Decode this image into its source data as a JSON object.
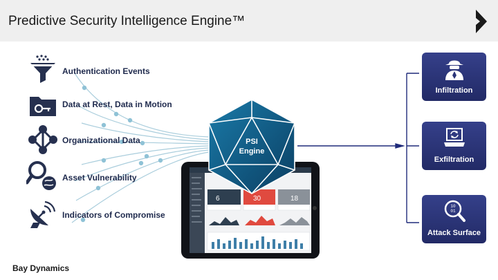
{
  "header": {
    "title": "Predictive Security Intelligence Engine™"
  },
  "inputs": [
    {
      "label": "Authentication Events",
      "icon": "funnel-icon"
    },
    {
      "label": "Data at Rest, Data in Motion",
      "icon": "folder-key-icon"
    },
    {
      "label": "Organizational Data",
      "icon": "network-nodes-icon"
    },
    {
      "label": "Asset Vulnerability",
      "icon": "magnifier-globe-icon"
    },
    {
      "label": "Indicators of Compromise",
      "icon": "satellite-dish-icon"
    }
  ],
  "engine": {
    "line1": "PSI",
    "line2": "Engine"
  },
  "outputs": [
    {
      "label": "Infiltration",
      "icon": "spy-icon"
    },
    {
      "label": "Exfiltration",
      "icon": "laptop-sync-icon"
    },
    {
      "label": "Attack Surface",
      "icon": "magnifier-binary-icon"
    }
  ],
  "dashboard": {
    "cards": [
      "6",
      "30",
      "18"
    ]
  },
  "footer": {
    "brand": "Bay Dynamics"
  },
  "colors": {
    "navy": "#1f2a4d",
    "threat_box": "#2a3478",
    "engine_blue": "#0f5a86",
    "connector": "#9fc6d8",
    "accent_red": "#e04a3f"
  }
}
